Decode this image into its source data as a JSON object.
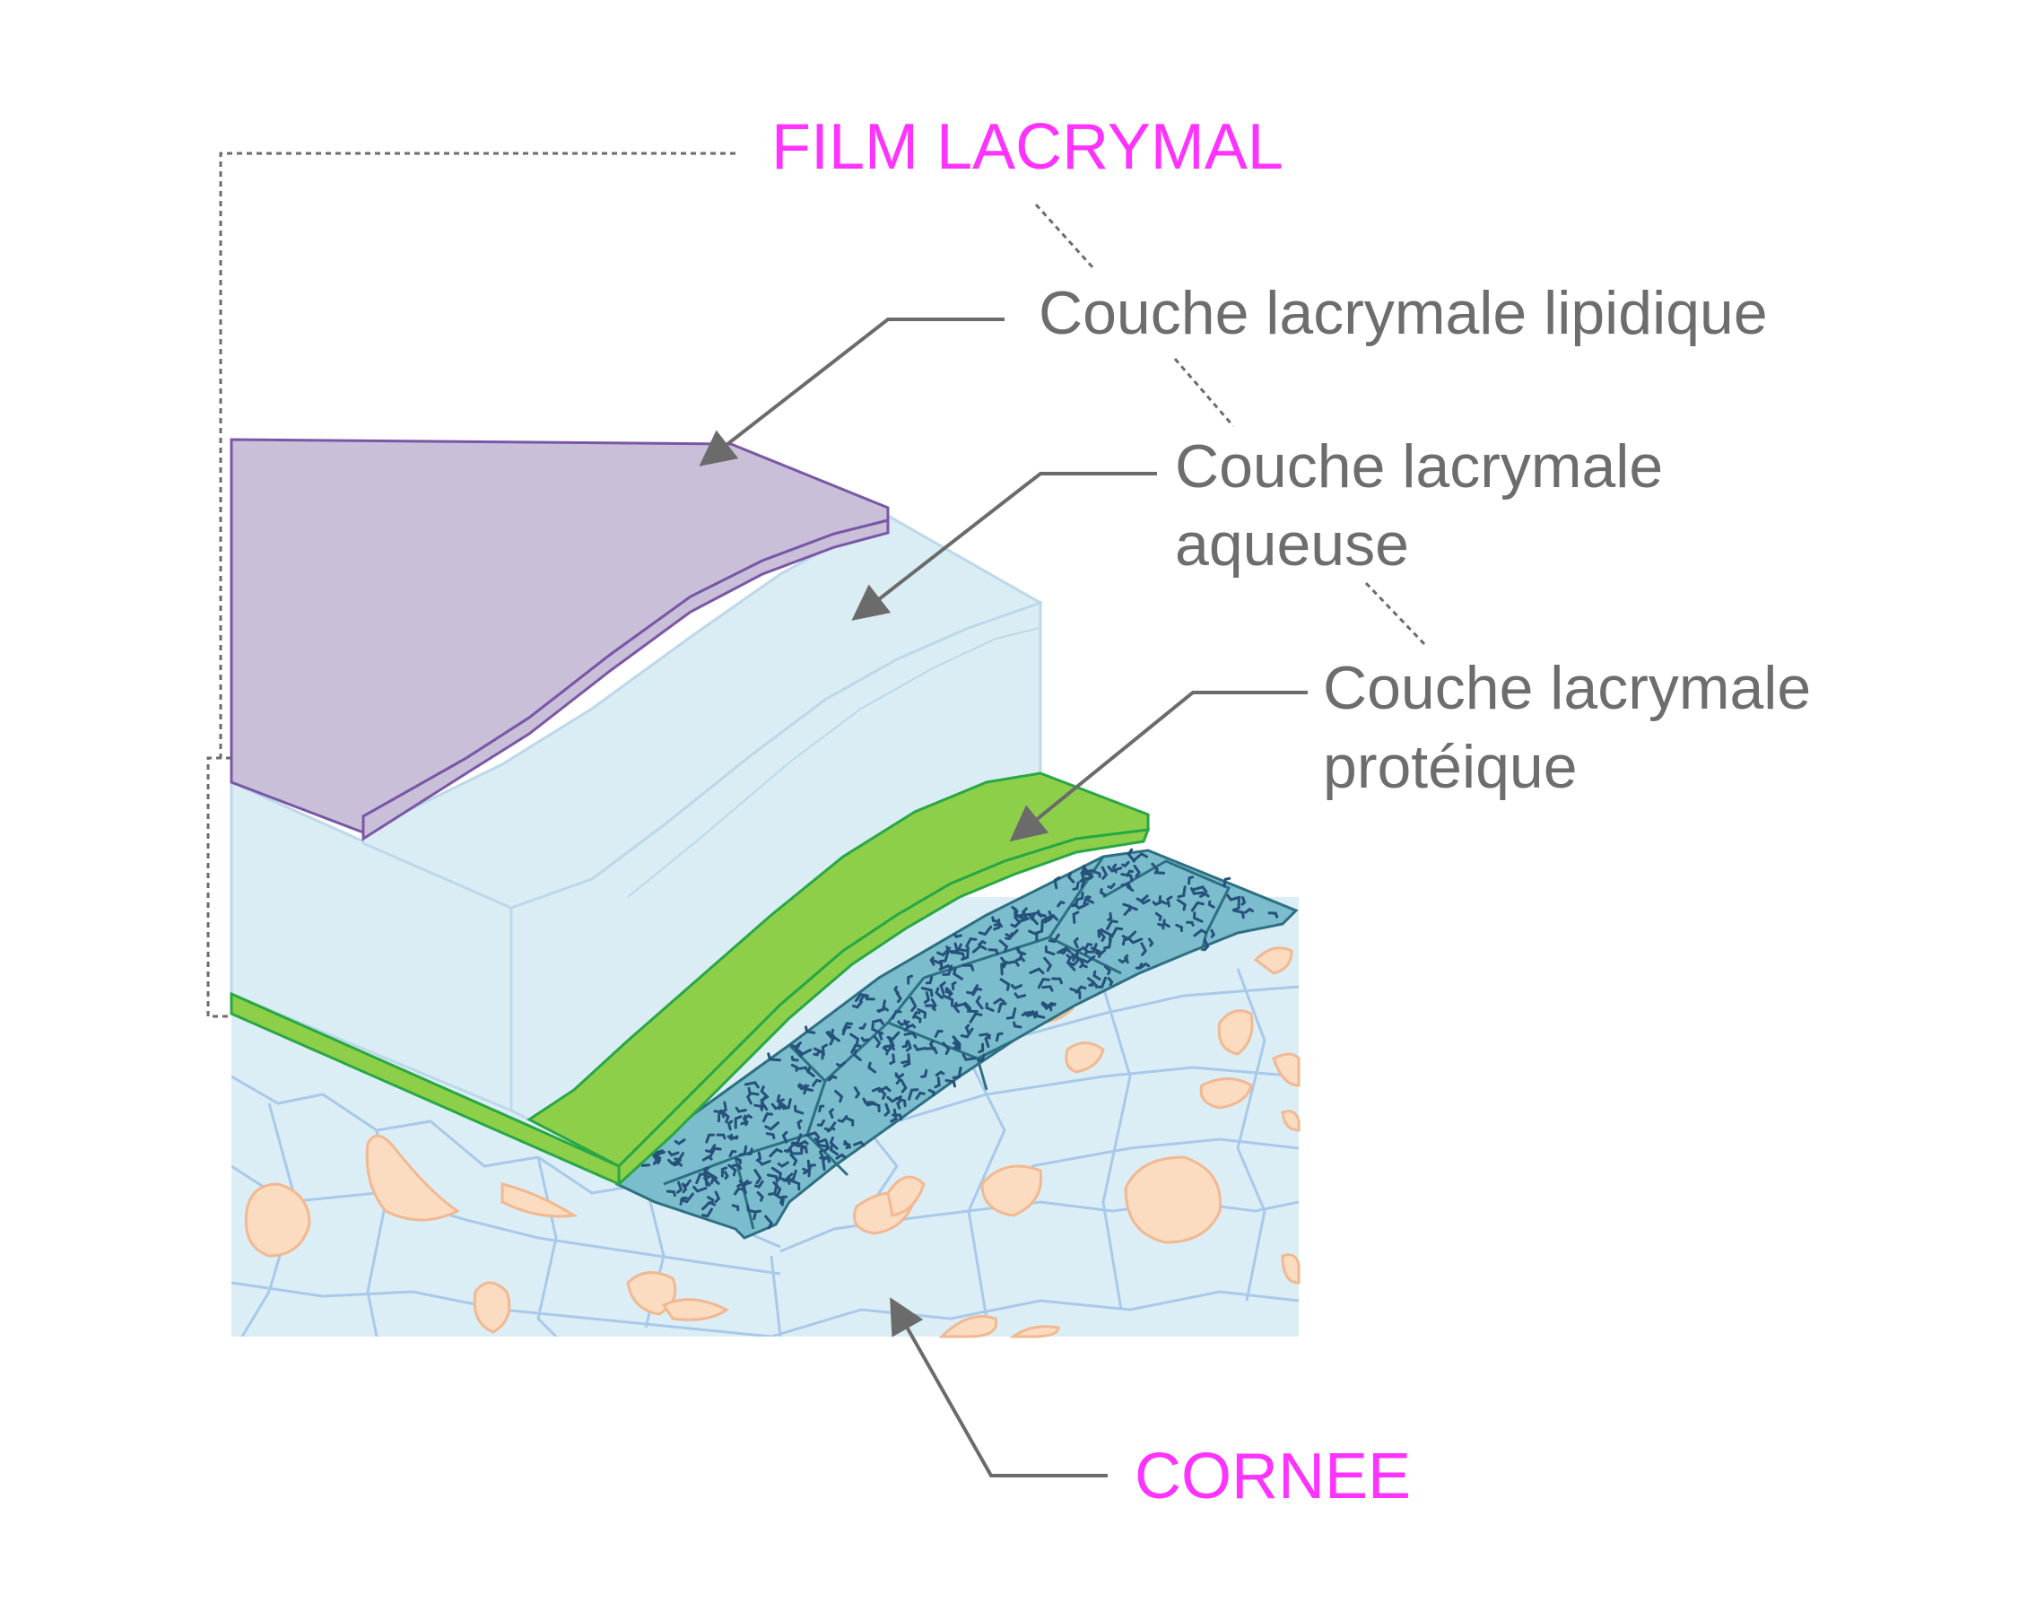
{
  "labels": {
    "film": "FILM LACRYMAL",
    "lipid": "Couche lacrymale lipidique",
    "aqueous_1": "Couche lacrymale",
    "aqueous_2": "aqueuse",
    "protein_1": "Couche lacrymale",
    "protein_2": "protéique",
    "cornea": "CORNEE"
  },
  "colors": {
    "accent_label": "#ff33ff",
    "text_label": "#6d6d6d",
    "lipid_fill": "#c9bfd9",
    "lipid_stroke": "#7a57a6",
    "aqueous_fill": "#daedf4",
    "aqueous_stroke": "#bcd8ea",
    "protein_fill": "#8ecf4a",
    "protein_stroke": "#28a745",
    "mucin_fill": "#7bbccd",
    "mucin_stroke": "#2d6f83",
    "cornea_fill": "#dceef5",
    "cornea_cell_stroke": "#a9c9ea",
    "nucleus_fill": "#fbdcc1",
    "nucleus_stroke": "#f2b892",
    "leader_line": "#6b6b6b"
  },
  "icons": {
    "leader-arrow": "arrowhead"
  }
}
